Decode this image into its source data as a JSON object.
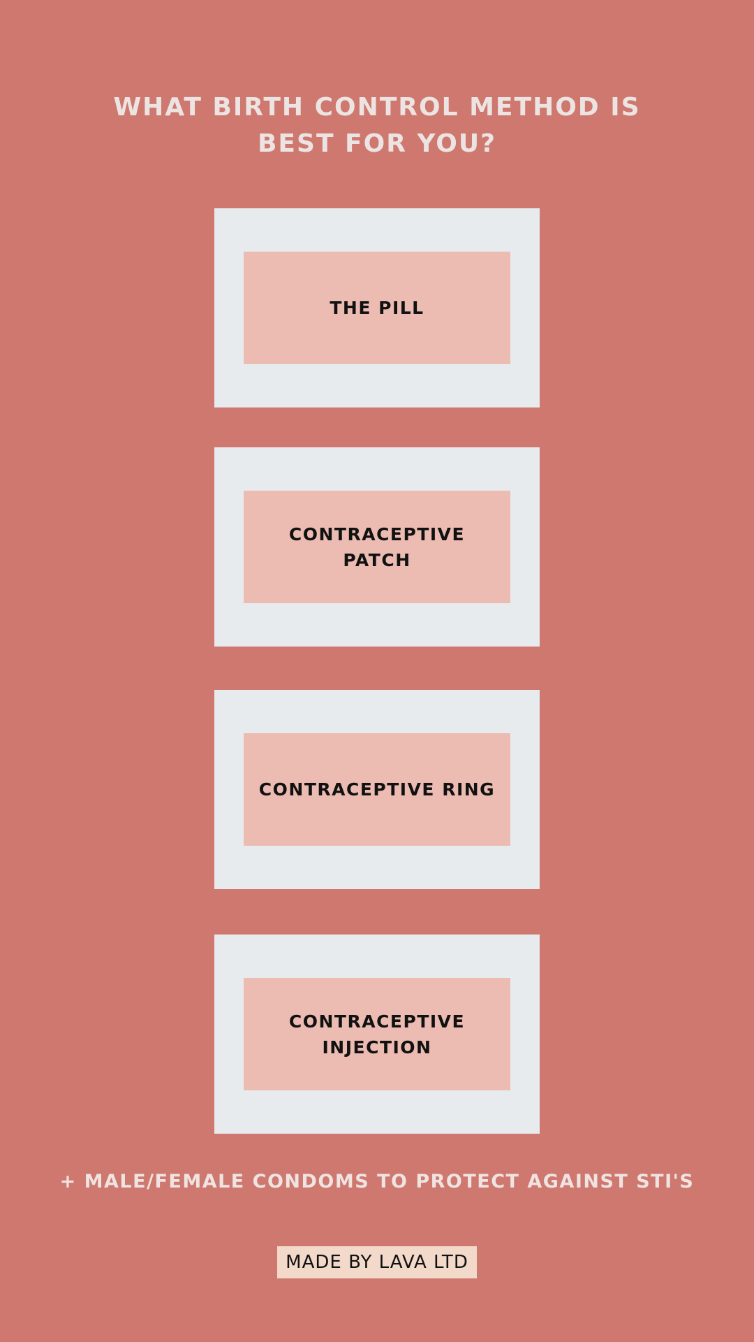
{
  "header": {
    "title_lines": [
      "WHAT BIRTH CONTROL METHOD IS",
      "BEST FOR YOU?"
    ]
  },
  "methods": [
    {
      "label_lines": [
        "THE PILL"
      ]
    },
    {
      "label_lines": [
        "CONTRACEPTIVE",
        "PATCH"
      ]
    },
    {
      "label_lines": [
        "CONTRACEPTIVE RING"
      ]
    },
    {
      "label_lines": [
        "CONTRACEPTIVE",
        "INJECTION"
      ]
    }
  ],
  "footer": {
    "note": "+ MALE/FEMALE CONDOMS TO PROTECT AGAINST STI'S",
    "credit": "MADE BY LAVA LTD"
  },
  "colors": {
    "background": "#cf786f",
    "card_outer": "#e8ebed",
    "card_inner": "#ecbcb2",
    "credit_badge": "#f3d9ca"
  }
}
